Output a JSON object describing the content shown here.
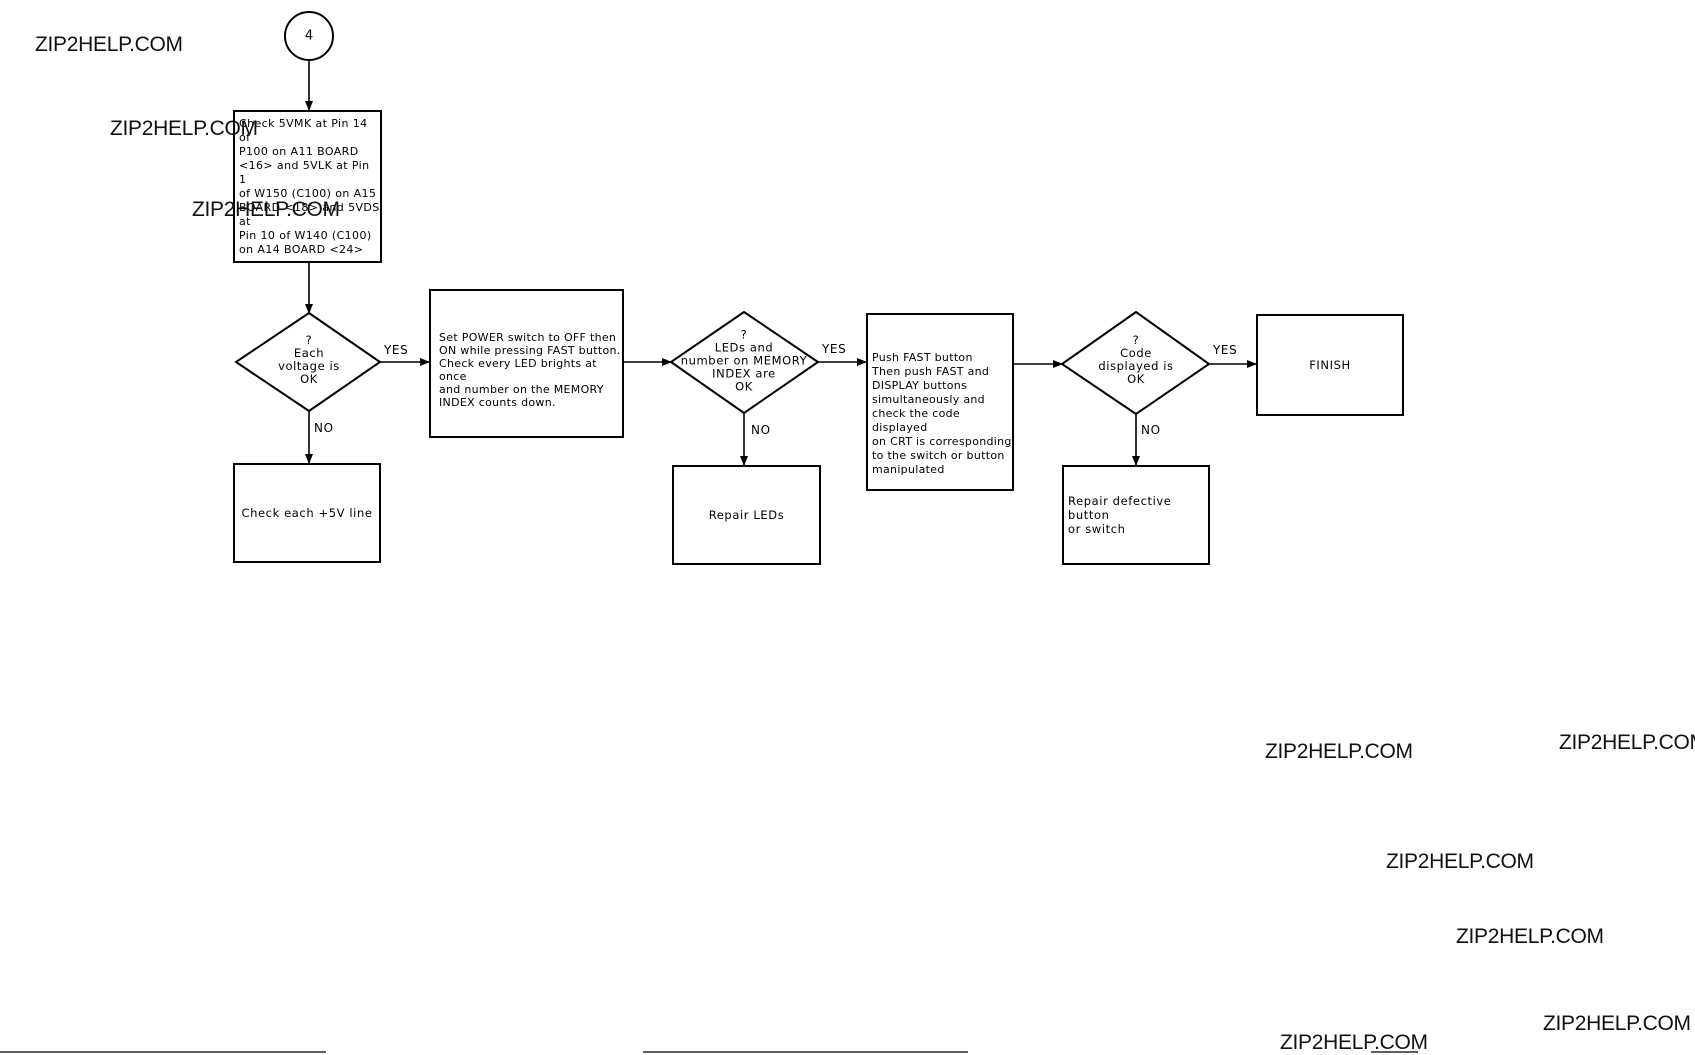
{
  "watermark": "ZIP2HELP.COM",
  "start_connector": "4",
  "steps": {
    "check_voltage": "Check 5VMK at Pin 14 of\nP100 on A11 BOARD\n<16> and 5VLK at Pin 1\nof W150 (C100) on A15\nBOARD <18> and 5VDS at\nPin 10 of W140 (C100)\non A14 BOARD <24>",
    "check_5v_line": "Check each +5V line",
    "set_power": "Set POWER switch to OFF then\nON while pressing FAST button.\nCheck every LED brights at once\nand number on the MEMORY\nINDEX counts down.",
    "repair_leds": "Repair LEDs",
    "push_fast": "Push FAST button\nThen push FAST and\nDISPLAY buttons\nsimultaneously and\ncheck the code displayed\non CRT is corresponding\nto the switch or button\nmanipulated",
    "repair_button": "Repair defective button\nor switch",
    "finish": "FINISH"
  },
  "decisions": {
    "voltage_ok": "?\nEach\nvoltage is\nOK",
    "leds_ok": "?\nLEDs and\nnumber on MEMORY\nINDEX are\nOK",
    "code_ok": "?\nCode\ndisplayed is\nOK"
  },
  "branch_labels": {
    "yes": "YES",
    "no": "NO"
  }
}
